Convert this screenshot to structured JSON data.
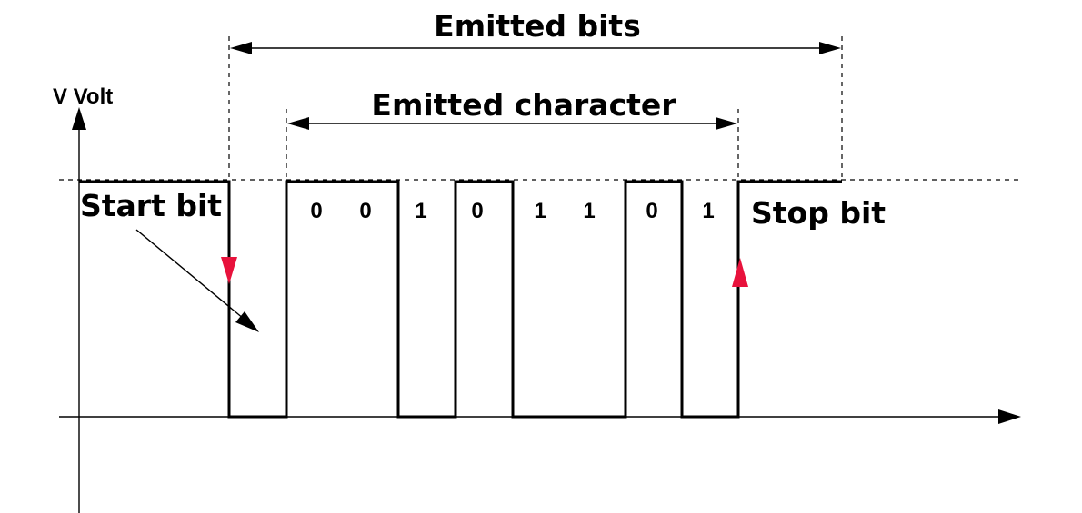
{
  "labels": {
    "emitted_bits": "Emitted bits",
    "emitted_character": "Emitted character",
    "y_axis": "V Volt",
    "start_bit": "Start bit",
    "stop_bit": "Stop bit"
  },
  "bits": [
    "0",
    "0",
    "1",
    "0",
    "1",
    "1",
    "0",
    "1"
  ],
  "colors": {
    "signal": "#000000",
    "edge_marker": "#e8123c"
  }
}
